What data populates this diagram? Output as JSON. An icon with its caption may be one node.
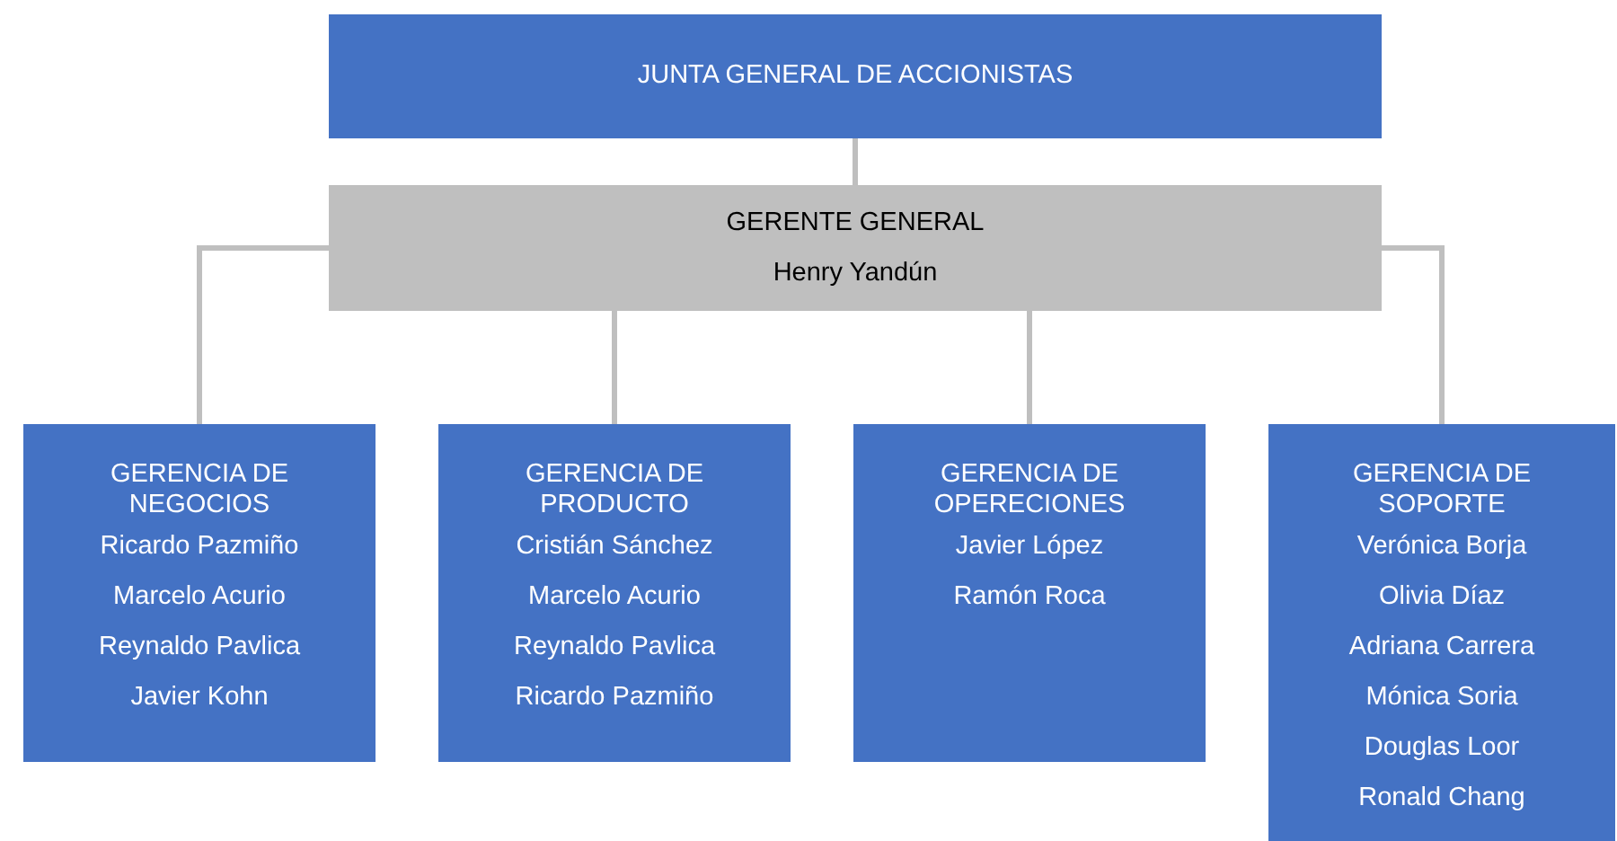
{
  "diagram": {
    "nodes": [
      {
        "text": [
          "JUNTA GENERAL DE ACCIONISTAS"
        ]
      },
      {
        "text": [
          "GERENTE GENERAL",
          "Henry Yandún"
        ]
      },
      {
        "text": [
          "GERENCIA DE NEGOCIOS",
          "Ricardo Pazmiño",
          "Marcelo Acurio",
          "Reynaldo Pavlica",
          "Javier Kohn"
        ]
      },
      {
        "text": [
          "GERENCIA DE PRODUCTO",
          "Cristián Sánchez",
          "Marcelo Acurio",
          "Reynaldo Pavlica",
          "Ricardo Pazmiño"
        ]
      },
      {
        "text": [
          "GERENCIA DE OPERECIONES",
          "Javier López",
          "Ramón Roca"
        ]
      },
      {
        "text": [
          "GERENCIA DE SOPORTE",
          "Verónica Borja",
          "Olivia Díaz",
          "Adriana Carrera",
          "Mónica Soria",
          "Douglas Loor",
          "Ronald Chang"
        ]
      }
    ],
    "edges": [
      {
        "from": 0,
        "to": 1,
        "arrow": "none"
      },
      {
        "from": 1,
        "to": 2,
        "arrow": "none"
      },
      {
        "from": 1,
        "to": 3,
        "arrow": "none"
      },
      {
        "from": 1,
        "to": 4,
        "arrow": "none"
      },
      {
        "from": 1,
        "to": 5,
        "arrow": "none"
      }
    ]
  }
}
